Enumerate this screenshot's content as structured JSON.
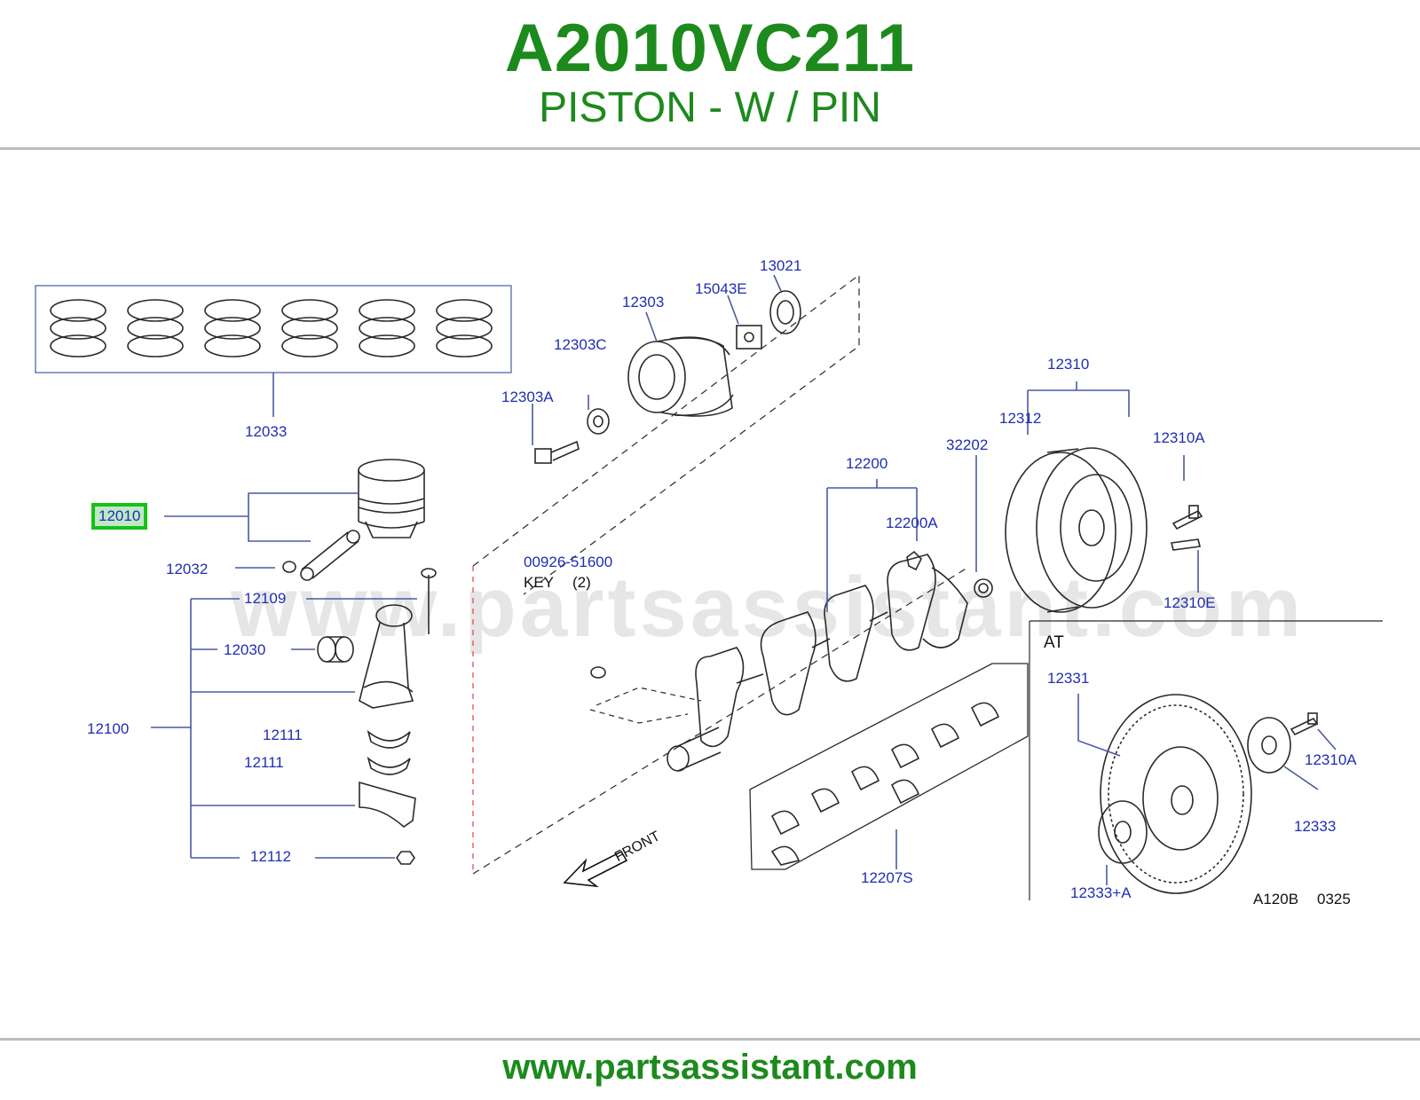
{
  "header": {
    "part_number": "A2010VC211",
    "part_name": "PISTON - W / PIN"
  },
  "footer": {
    "url": "www.partsassistant.com"
  },
  "diagram": {
    "watermark": "www.partsassistant.com",
    "highlighted_callout": "12010",
    "callouts": {
      "c12033": "12033",
      "c12010": "12010",
      "c12032": "12032",
      "c12109": "12109",
      "c12030": "12030",
      "c12100": "12100",
      "c12111a": "12111",
      "c12111b": "12111",
      "c12112": "12112",
      "c12303": "12303",
      "c15043E": "15043E",
      "c13021": "13021",
      "c12303C": "12303C",
      "c12303A": "12303A",
      "c00926": "00926-51600",
      "c12200": "12200",
      "c12200A": "12200A",
      "c32202": "32202",
      "c12310": "12310",
      "c12312": "12312",
      "c12310A_top": "12310A",
      "c12310E": "12310E",
      "c12207S": "12207S",
      "c12331": "12331",
      "c12310A_at": "12310A",
      "c12333": "12333",
      "c12333A": "12333+A"
    },
    "labels": {
      "key": "KEY",
      "key_qty": "(2)",
      "front": "FRONT",
      "at": "AT",
      "ref_code": "A120B",
      "ref_num": "0325"
    }
  }
}
